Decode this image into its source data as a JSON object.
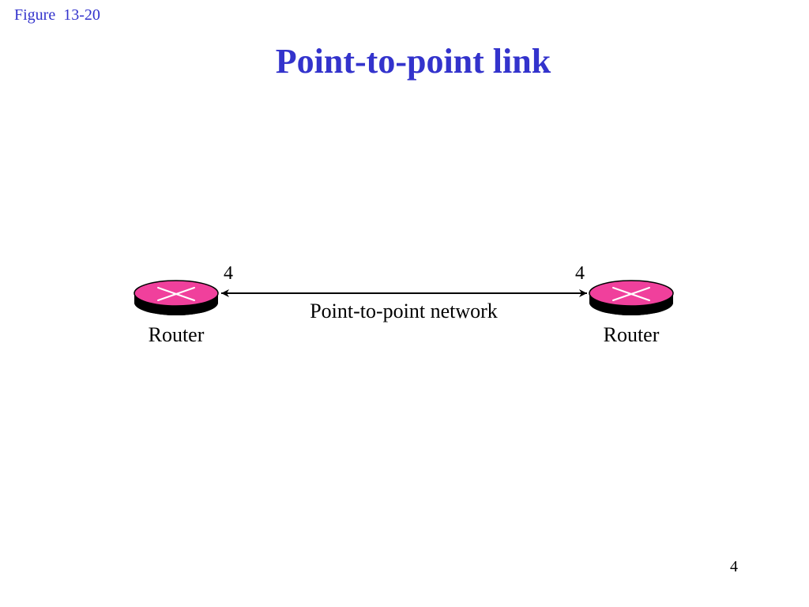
{
  "header": {
    "figure_label": "Figure  13-20",
    "title": "Point-to-point link"
  },
  "diagram": {
    "left_router": {
      "label": "Router",
      "interface": "4"
    },
    "right_router": {
      "label": "Router",
      "interface": "4"
    },
    "link": {
      "label": "Point-to-point network"
    },
    "colors": {
      "router_top": "#f0409c",
      "router_side": "#000000",
      "link_line": "#000000",
      "title": "#3333cc"
    }
  },
  "footer": {
    "page_number": "4"
  }
}
